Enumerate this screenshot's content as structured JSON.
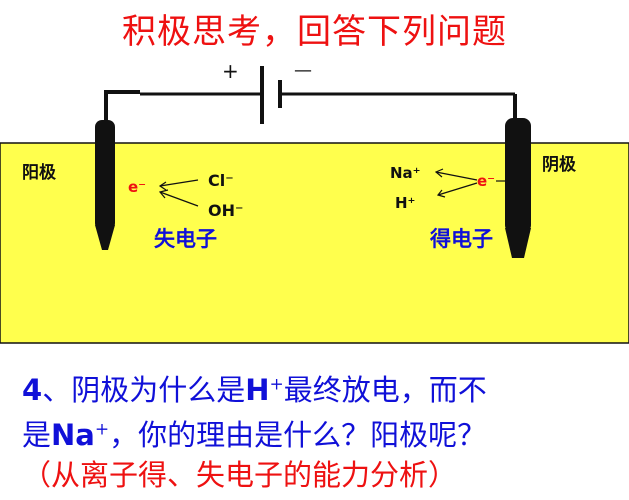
{
  "title": "积极思考，回答下列问题",
  "battery": {
    "positive": "+",
    "negative": "—"
  },
  "anode": {
    "label": "阳极",
    "electron": "e⁻",
    "ions": [
      "Cl⁻",
      "OH⁻"
    ],
    "caption": "失电子"
  },
  "cathode": {
    "label": "阴极",
    "electron": "e⁻",
    "ions": [
      "Na⁺",
      "H⁺"
    ],
    "caption": "得电子"
  },
  "question": {
    "line1": {
      "num": "4",
      "pre": "、阴极为什么是",
      "ion": "H",
      "charge": "+",
      "post": "最终放电，而不"
    },
    "line2": {
      "pre": "是",
      "ion": "Na",
      "charge": "+",
      "post": "，你的理由是什么？阳极呢？"
    }
  },
  "hint": "（从离子得、失电子的能力分析）",
  "colors": {
    "solution": "#ffff4d",
    "title": "#ee1111",
    "question": "#1010d8",
    "electron": "#ee1111",
    "caption": "#1010d8",
    "electrode": "#111111"
  }
}
